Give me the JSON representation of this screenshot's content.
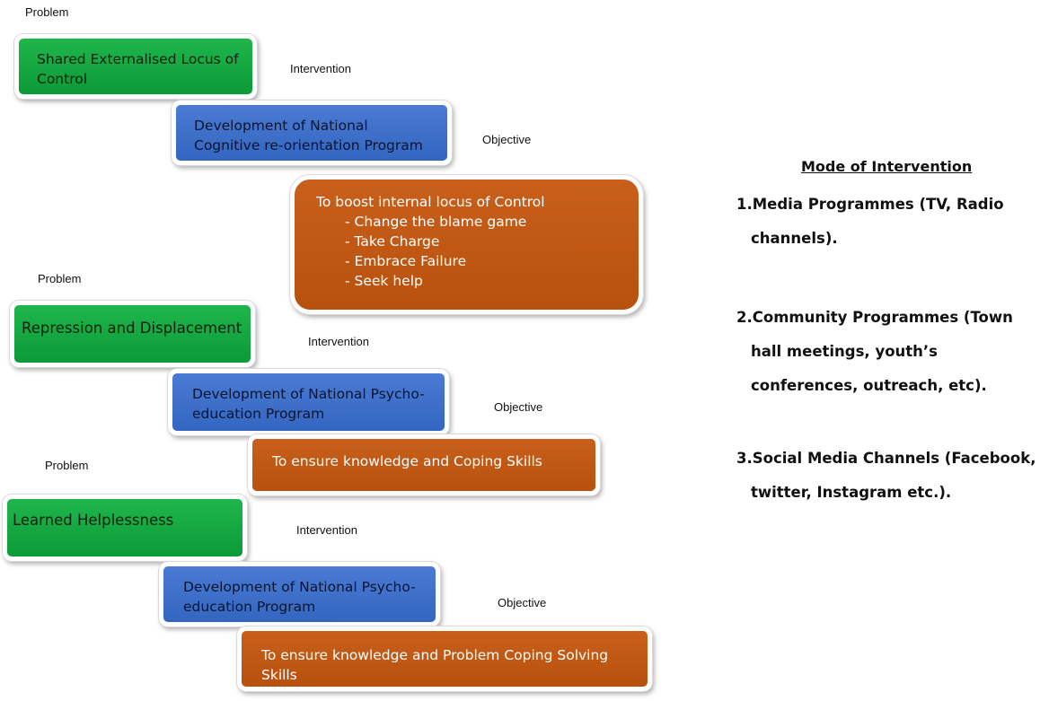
{
  "rows": [
    {
      "problem_label": "Problem",
      "problem": "Shared Externalised Locus of Control",
      "intervention_label": "Intervention",
      "intervention": "Development of National Cognitive re-orientation Program",
      "objective_label": "Objective",
      "objective_title": "To boost internal locus of Control",
      "objective_items": [
        "- Change the blame game",
        "- Take Charge",
        "- Embrace Failure",
        "- Seek help"
      ]
    },
    {
      "problem_label": "Problem",
      "problem": "Repression and Displacement",
      "intervention_label": "Intervention",
      "intervention": "Development of National Psycho-education Program",
      "objective_label": "Objective",
      "objective_title": "To ensure knowledge and Coping Skills"
    },
    {
      "problem_label": "Problem",
      "problem": "Learned Helplessness",
      "intervention_label": "Intervention",
      "intervention": "Development of National Psycho-education Program",
      "objective_label": "Objective",
      "objective_title": "To ensure knowledge and Problem Coping Solving Skills"
    }
  ],
  "mode": {
    "title": "Mode of Intervention",
    "items": [
      {
        "line1": "1.Media Programmes (TV, Radio",
        "line2": "channels)."
      },
      {
        "line1": "2.Community Programmes (Town",
        "line2": "hall meetings, youth’s",
        "line3": "conferences, outreach, etc)."
      },
      {
        "line1": "3.Social Media Channels (Facebook,",
        "line2": "twitter, Instagram etc.)."
      }
    ]
  }
}
